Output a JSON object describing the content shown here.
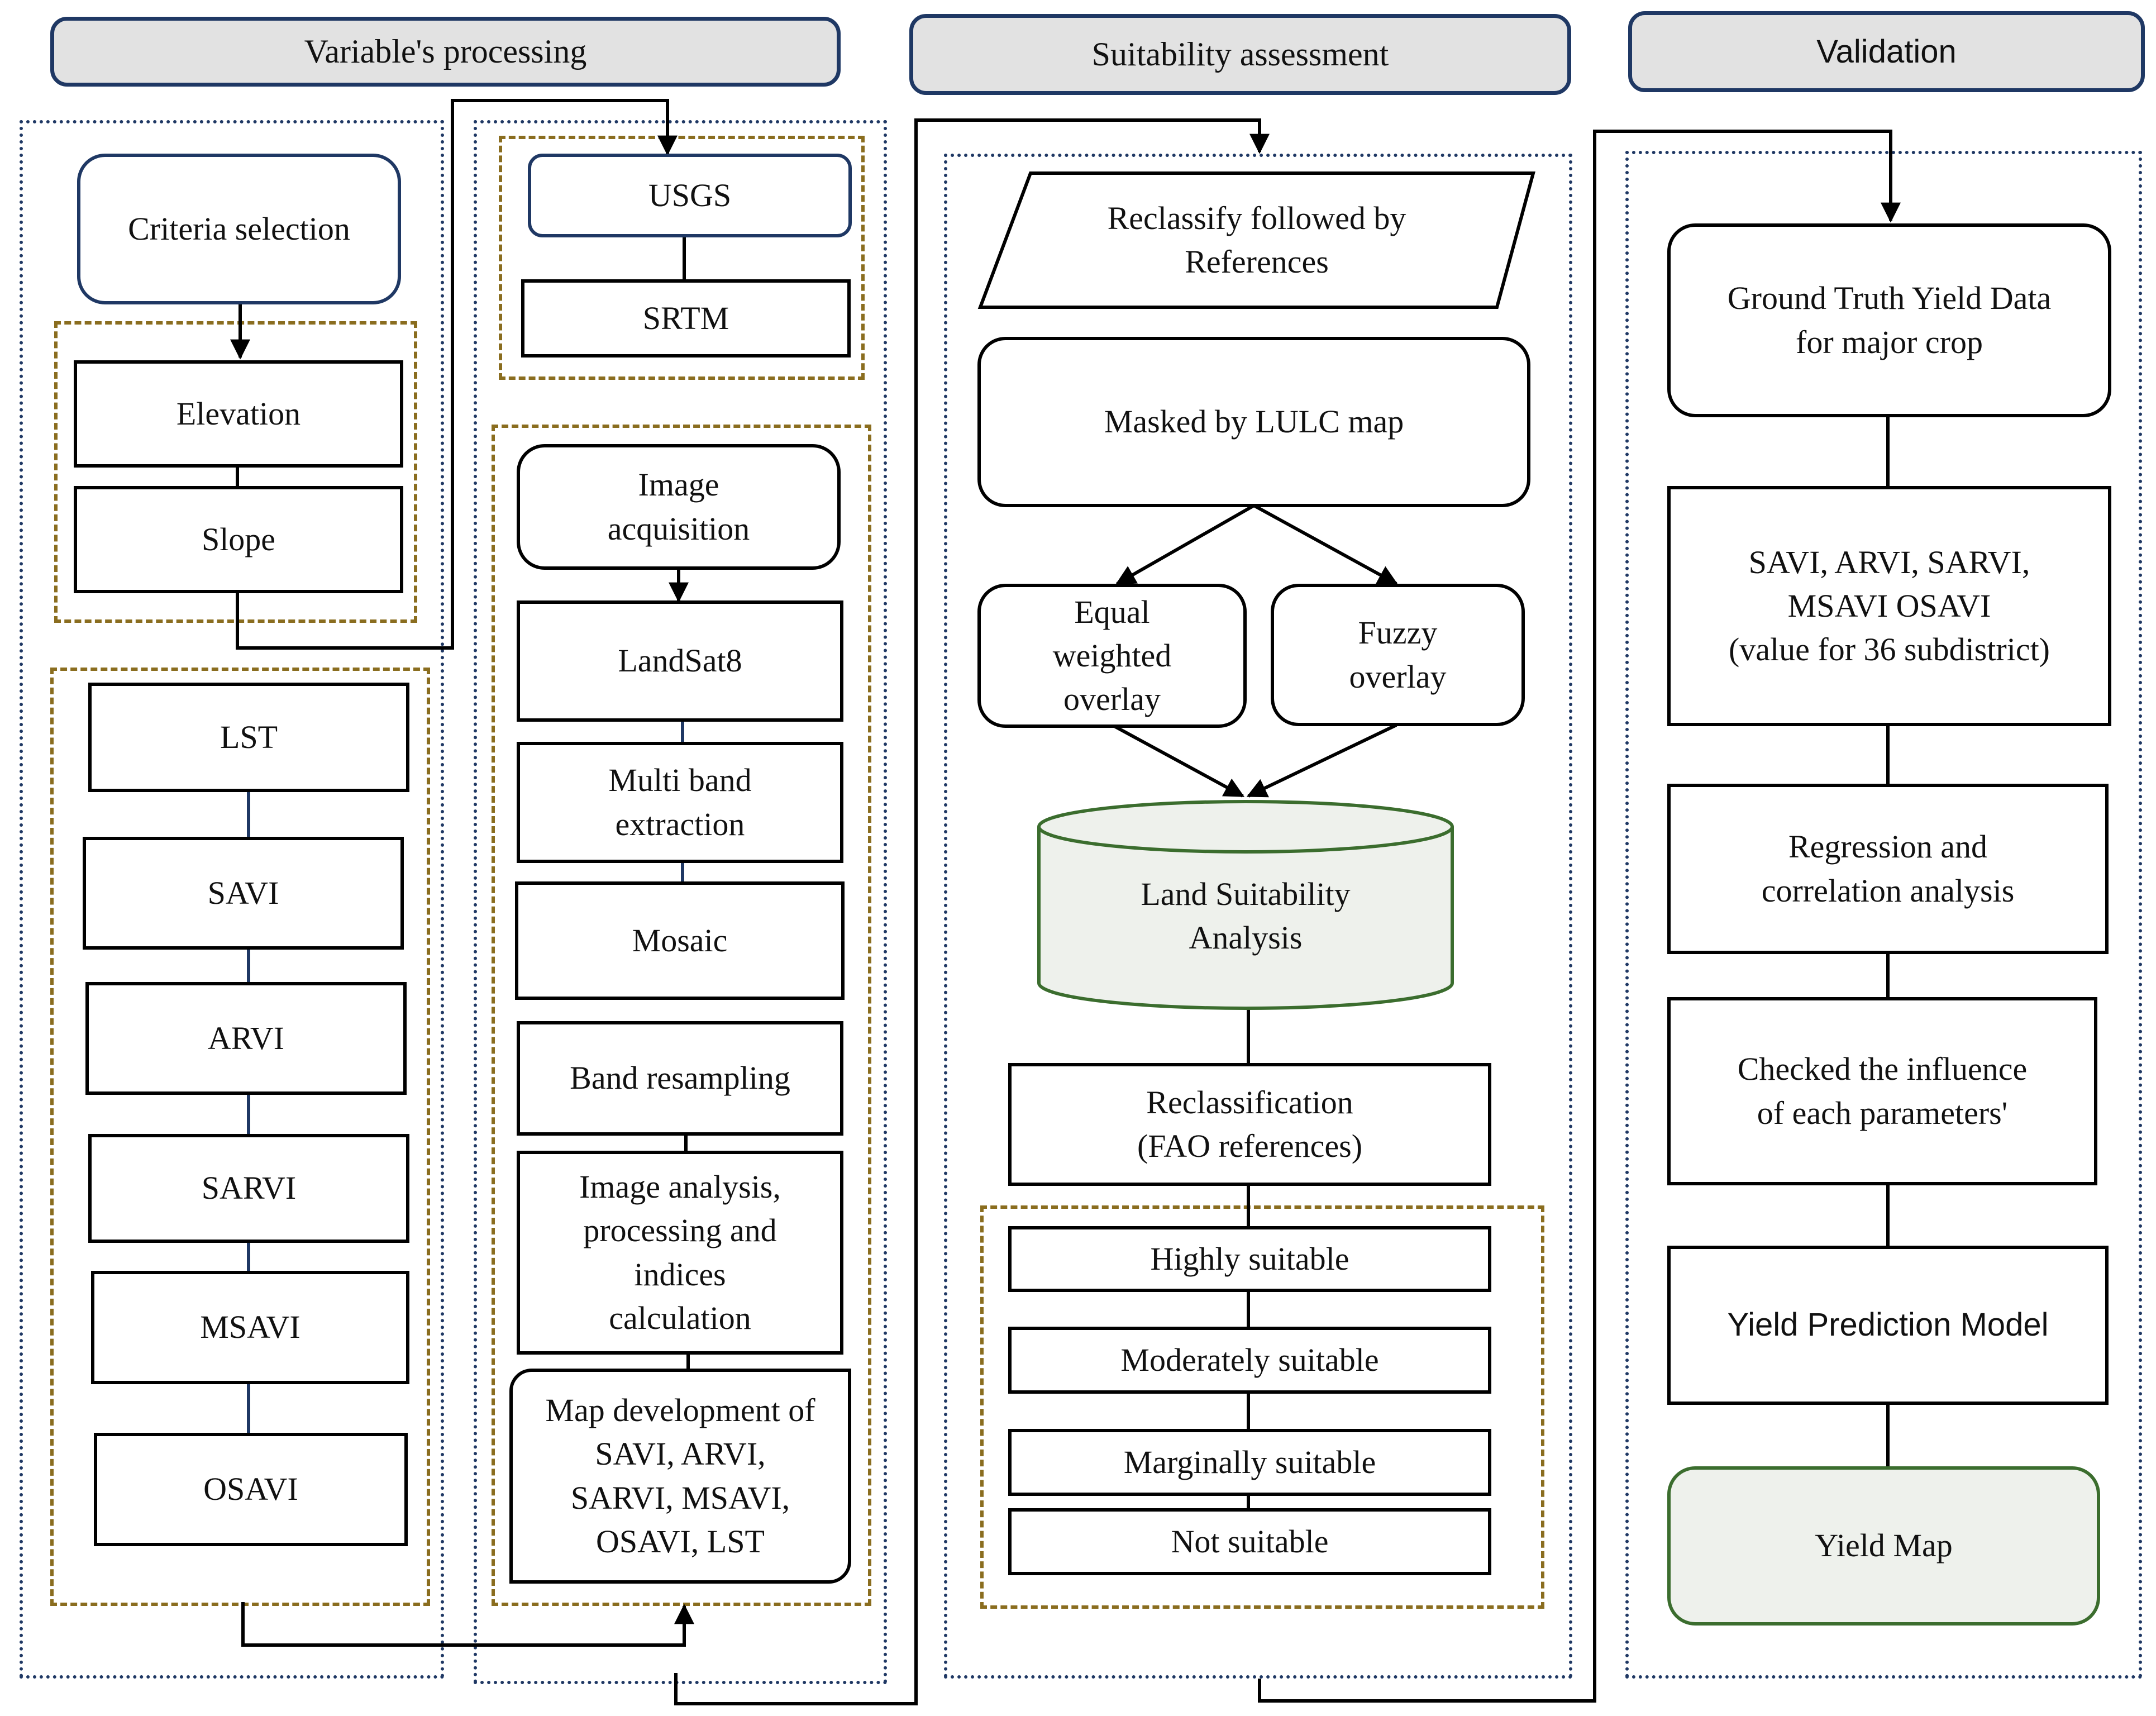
{
  "headers": {
    "variables": "Variable's processing",
    "suitability": "Suitability  assessment",
    "validation": "Validation"
  },
  "variables": {
    "criteria": "Criteria  selection",
    "elevation": "Elevation",
    "slope": "Slope",
    "indices": [
      "LST",
      "SAVI",
      "ARVI",
      "SARVI",
      "MSAVI",
      "OSAVI"
    ]
  },
  "processing": {
    "usgs": "USGS",
    "srtm": "SRTM",
    "image_acquisition": "Image\nacquisition",
    "landsat": "LandSat8",
    "multiband": "Multi  band\nextraction",
    "mosaic": "Mosaic",
    "resampling": "Band resampling",
    "analysis": "Image analysis,\nprocessing and\nindices\ncalculation",
    "map_dev": "Map development  of\nSAVI, ARVI,\nSARVI, MSAVI,\nOSAVI, LST"
  },
  "suitability": {
    "reclassify_ref": "Reclassify  followed  by\nReferences",
    "masked": "Masked by LULC  map",
    "equal": "Equal\nweighted\noverlay",
    "fuzzy": "Fuzzy\noverlay",
    "land_suitability": "Land Suitability\nAnalysis",
    "reclassification": "Reclassification\n(FAO references)",
    "classes": [
      "Highly  suitable",
      "Moderately  suitable",
      "Marginally   suitable",
      "Not suitable"
    ]
  },
  "validation": {
    "ground_truth": "Ground Truth Yield  Data\nfor major  crop",
    "indices_values": "SAVI, ARVI, SARVI,\nMSAVI OSAVI\n(value  for 36 subdistrict)",
    "regression": "Regression and\ncorrelation  analysis",
    "influence": "Checked  the influence\nof each parameters'",
    "yield_model": "Yield Prediction Model",
    "yield_map": "Yield Map"
  },
  "colors": {
    "navy": "#1f3864",
    "dashed_brown": "#8a6d1f",
    "header_fill": "#e2e2e2",
    "cylinder_fill": "#eef1ec",
    "green_border": "#3b6d2e"
  }
}
